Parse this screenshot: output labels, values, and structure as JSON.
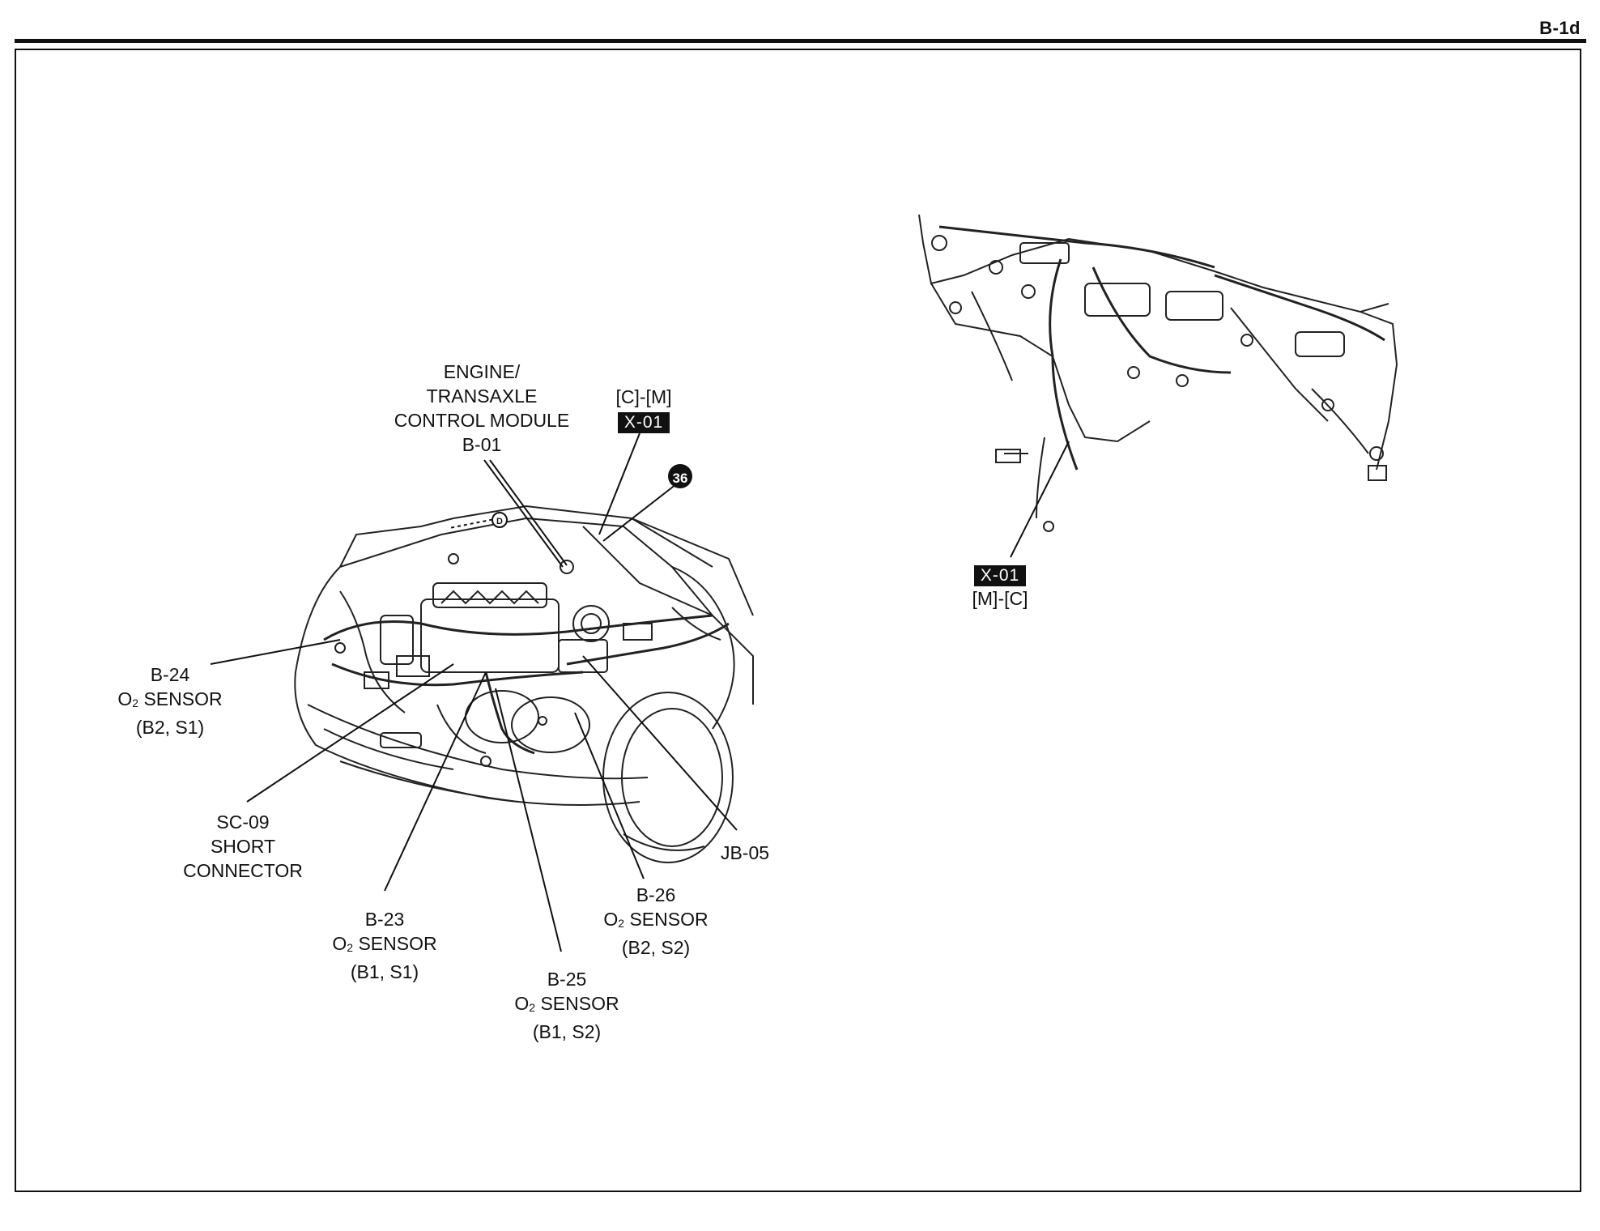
{
  "page_code": "B-1d",
  "callouts": {
    "ecm": {
      "line1": "ENGINE/",
      "line2": "TRANSAXLE",
      "line3": "CONTROL MODULE",
      "code": "B-01"
    },
    "x01_top": {
      "route": "[C]-[M]",
      "tag": "X-01"
    },
    "ground": {
      "number": "36"
    },
    "b24": {
      "code": "B-24",
      "name_prefix": "O",
      "name_sub": "2",
      "name_rest": " SENSOR",
      "pos": "(B2, S1)"
    },
    "sc09": {
      "code": "SC-09",
      "line2": "SHORT",
      "line3": "CONNECTOR"
    },
    "b23": {
      "code": "B-23",
      "name_prefix": "O",
      "name_sub": "2",
      "name_rest": " SENSOR",
      "pos": "(B1, S1)"
    },
    "b25": {
      "code": "B-25",
      "name_prefix": "O",
      "name_sub": "2",
      "name_rest": " SENSOR",
      "pos": "(B1, S2)"
    },
    "b26": {
      "code": "B-26",
      "name_prefix": "O",
      "name_sub": "2",
      "name_rest": " SENSOR",
      "pos": "(B2, S2)"
    },
    "jb05": {
      "code": "JB-05"
    },
    "x01_right": {
      "tag": "X-01",
      "route": "[M]-[C]"
    },
    "connector_d": {
      "letter": "D"
    }
  }
}
